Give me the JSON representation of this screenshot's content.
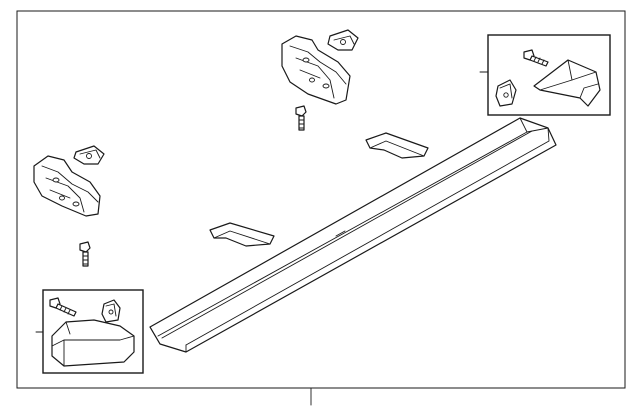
{
  "diagram": {
    "description_visible_text": [],
    "colors": {
      "line": "#1a1a1a",
      "background": "#ffffff"
    },
    "parts": [
      "running-board",
      "bracket-front",
      "bracket-rear",
      "bolt",
      "clip-nut",
      "end-cap-front",
      "end-cap-rear",
      "support-pad"
    ]
  }
}
